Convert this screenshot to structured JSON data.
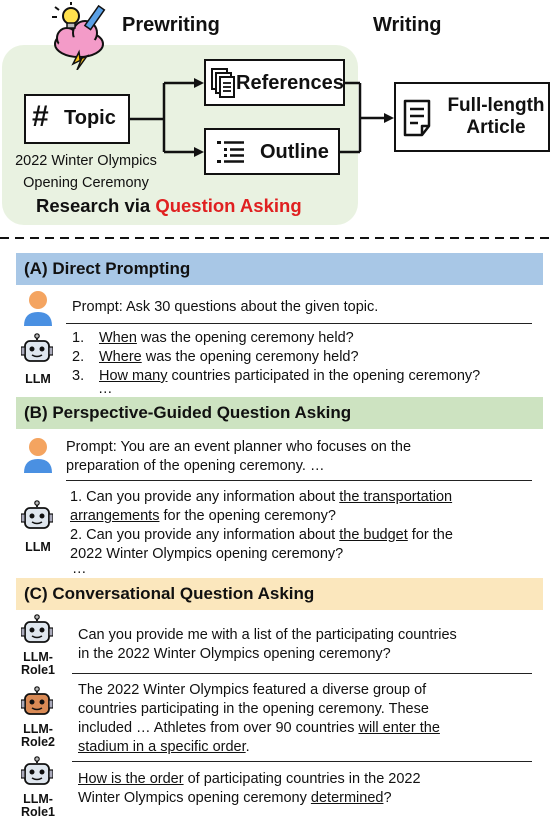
{
  "top": {
    "prewriting_label": "Prewriting",
    "writing_label": "Writing",
    "topic_label": "Topic",
    "topic_value_line1": "2022 Winter Olympics",
    "topic_value_line2": "Opening Ceremony",
    "references_label": "References",
    "outline_label": "Outline",
    "article_line1": "Full-length",
    "article_line2": "Article",
    "research_prefix": "Research via ",
    "research_highlight": "Question Asking",
    "colors": {
      "panel_bg": "#e9f2e1",
      "highlight": "#e02020"
    }
  },
  "section_a": {
    "title": "(A) Direct Prompting",
    "color": "#a8c7e6",
    "prompt": "Prompt: Ask 30 questions about the given topic.",
    "llm_label": "LLM",
    "items": [
      {
        "num": "1.",
        "ul": "When",
        "rest": " was the opening ceremony held?"
      },
      {
        "num": "2.",
        "ul": "Where",
        "rest": " was the opening ceremony held?"
      },
      {
        "num": "3.",
        "ul": "How many",
        "rest": " countries participated in the opening ceremony?"
      }
    ],
    "ellipsis": "…"
  },
  "section_b": {
    "title": "(B) Perspective-Guided Question Asking",
    "color": "#cde3c1",
    "prompt_line1": "Prompt: You are an event planner who focuses on the",
    "prompt_line2": "preparation of the opening ceremony. …",
    "llm_label": "LLM",
    "q1_pre": "1. Can you provide any information about ",
    "q1_ul1": "the transportation",
    "q1_ul2": "arrangements",
    "q1_rest": " for the opening ceremony?",
    "q2_pre": "2. Can you provide any information about ",
    "q2_ul": "the budget",
    "q2_rest": " for the",
    "q2_line2": "2022 Winter Olympics opening ceremony?",
    "ellipsis": "…"
  },
  "section_c": {
    "title": "(C) Conversational Question Asking",
    "color": "#fbe7bd",
    "role1_label_a": "LLM-",
    "role1_label_b": "Role1",
    "role2_label_a": "LLM-",
    "role2_label_b": "Role2",
    "role3_label_a": "LLM-",
    "role3_label_b": "Role1",
    "msg1_line1": "Can you provide me with a list of the participating countries",
    "msg1_line2": "in the 2022 Winter Olympics opening ceremony?",
    "msg2_line1": "The 2022 Winter Olympics featured a diverse group of",
    "msg2_line2": "countries participating in the opening ceremony. These",
    "msg2_line3_pre": "included … Athletes from over 90 countries ",
    "msg2_line3_ul": "will enter the",
    "msg2_line4_ul": "stadium in a specific order",
    "msg2_line4_rest": ".",
    "msg3_line1_ul": "How is the order",
    "msg3_line1_rest": " of participating countries in the 2022",
    "msg3_line2_pre": "Winter Olympics opening ceremony ",
    "msg3_line2_ul": "determined",
    "msg3_line2_rest": "?"
  }
}
